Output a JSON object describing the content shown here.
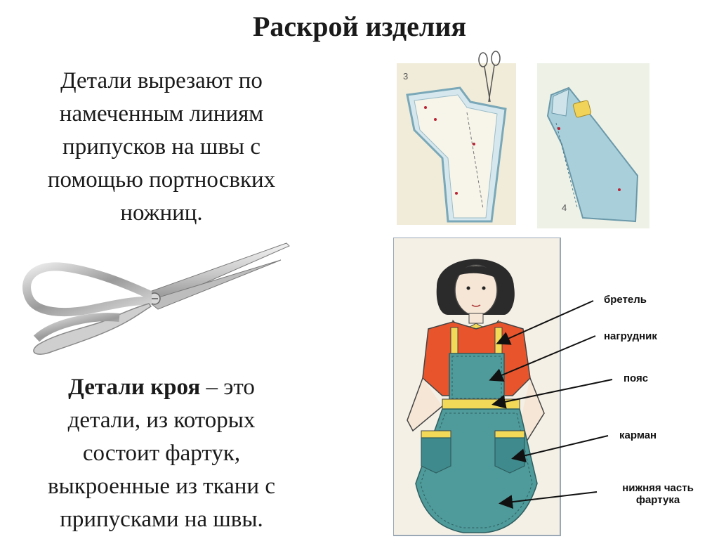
{
  "title": "Раскрой изделия",
  "paragraph1": {
    "lines": [
      "Детали вырезают по",
      "намеченным линиям",
      "припусков на швы с",
      "помощью портносвких",
      "ножниц."
    ]
  },
  "paragraph2": {
    "term": "Детали кроя",
    "line1_rest": " – это",
    "lines": [
      "детали, из которых",
      "состоит фартук,",
      "выкроенные из ткани с",
      "припусками на швы."
    ]
  },
  "figure_cutting": {
    "step_left": "3",
    "step_right": "4"
  },
  "apron_labels": {
    "strap": "бретель",
    "bib": "нагрудник",
    "belt": "пояс",
    "pocket": "карман",
    "bottom_line1": "нижняя часть",
    "bottom_line2": "фартука"
  },
  "colors": {
    "apron": "#4f9a9a",
    "apron_dark": "#3b7c7e",
    "shirt": "#e8542c",
    "trim": "#f2da58",
    "fabric_light": "#cfe3ea",
    "fabric_panel": "#9fc9d6"
  }
}
